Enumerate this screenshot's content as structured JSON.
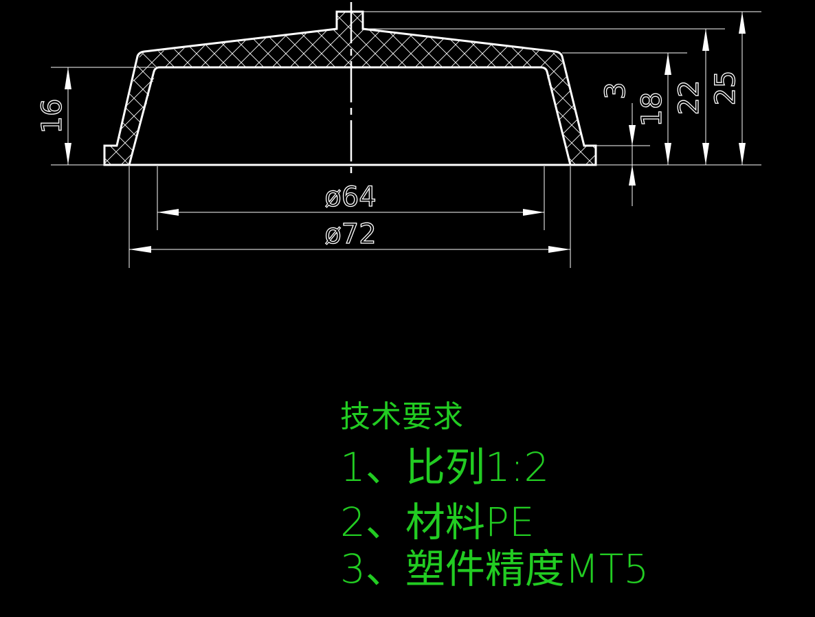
{
  "colors": {
    "background": "#000000",
    "geometry": "#ffffff",
    "notes": "#22cc22"
  },
  "dimensions": {
    "height_16": "16",
    "height_3": "3",
    "height_18": "18",
    "height_22": "22",
    "height_25": "25",
    "dia_inner": "ø64",
    "dia_outer": "ø72"
  },
  "notes": {
    "title": "技术要求",
    "line1": "1、比列1:2",
    "line2": "2、材料PE",
    "line3": "3、塑件精度MT5"
  }
}
